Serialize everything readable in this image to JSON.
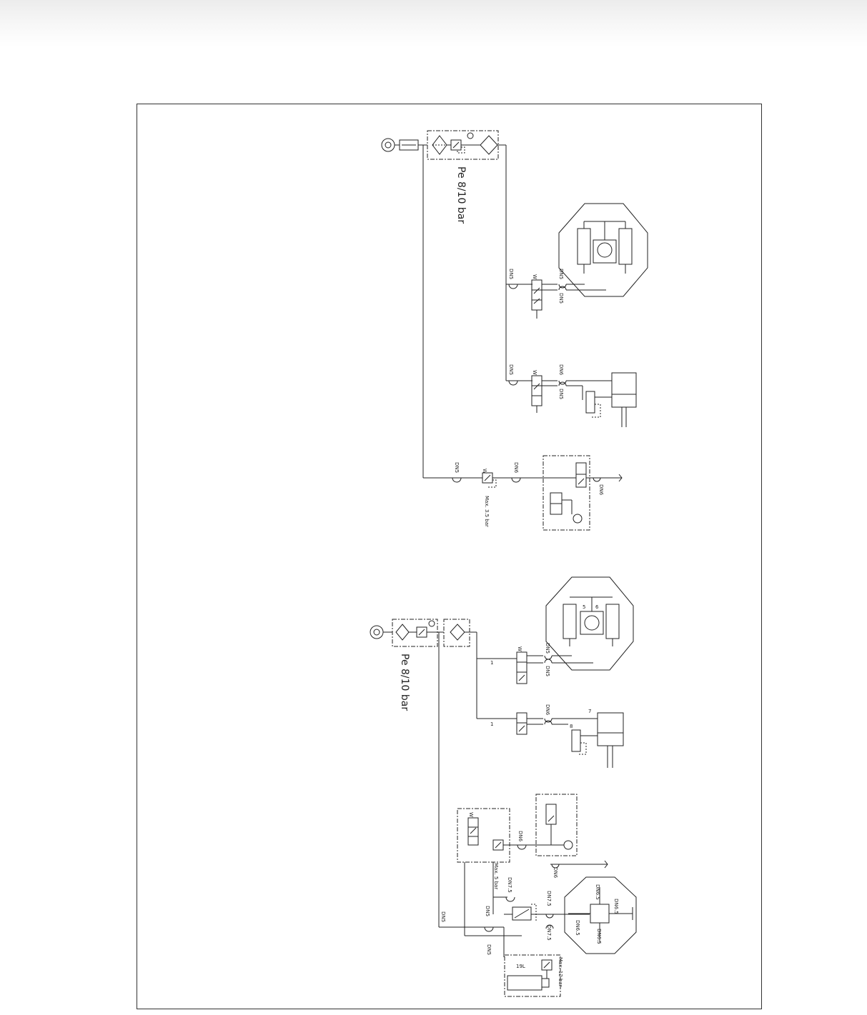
{
  "labels": {
    "supply_pressure_top": "Pe 8/10 bar",
    "supply_pressure_bottom": "Pe 8/10 bar",
    "regulator_max_35": "Max. 3.5 bar",
    "regulator_max_5": "Max. 5 bar",
    "regulator_max_12": "Max. 12 bar",
    "tank_volume": "19L",
    "dn5": "DN5",
    "dn6": "DN6",
    "dn65": "DN6.5",
    "dn75": "DN7.5",
    "num_1": "1",
    "num_5": "5",
    "num_6": "6",
    "num_7": "7",
    "num_8": "8",
    "w": "W"
  },
  "colors": {
    "line": "#222222",
    "background": "#ffffff",
    "frame": "#333333"
  }
}
